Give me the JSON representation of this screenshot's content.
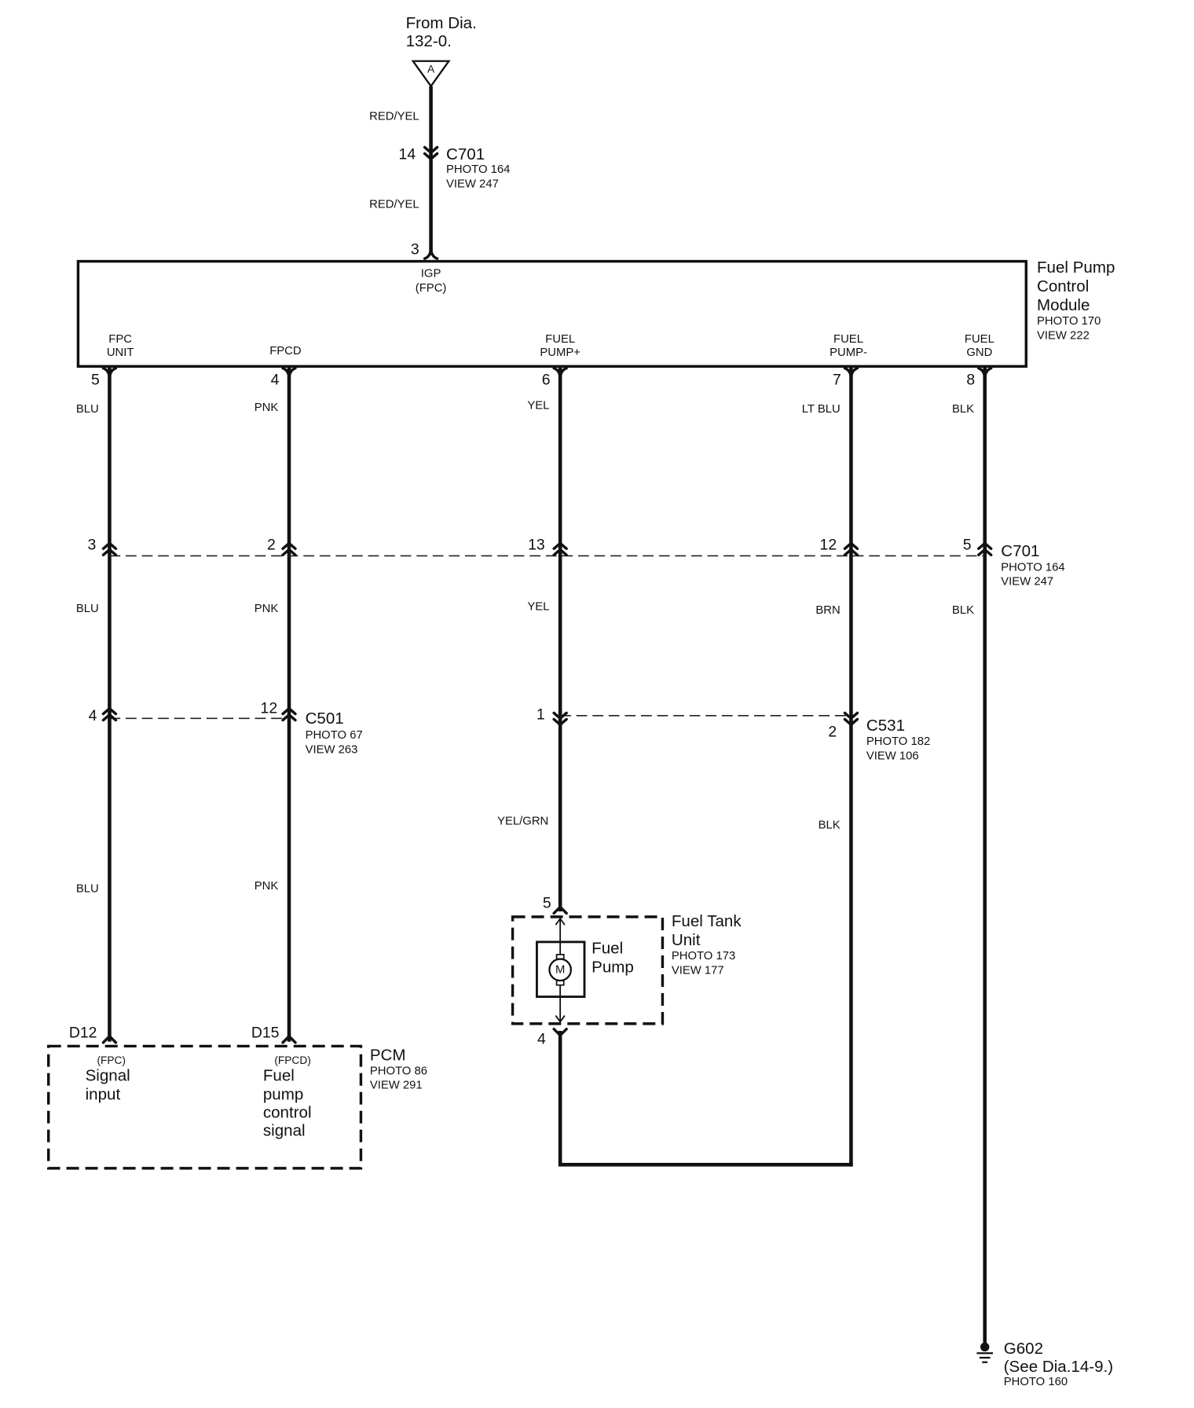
{
  "source": {
    "line1": "From Dia.",
    "line2": "132-0.",
    "connector_letter": "A"
  },
  "feed": {
    "wire_upper": "RED/YEL",
    "pin": "14",
    "connector": "C701",
    "photo": "PHOTO 164",
    "view": "VIEW 247",
    "wire_lower": "RED/YEL",
    "module_pin": "3"
  },
  "module": {
    "name": [
      "Fuel Pump",
      "Control",
      "Module"
    ],
    "photo": "PHOTO 170",
    "view": "VIEW 222",
    "input_label": "IGP",
    "input_sub": "(FPC)",
    "terminals": [
      {
        "label": [
          "FPC",
          "UNIT"
        ],
        "pin": "5"
      },
      {
        "label": [
          "FPCD"
        ],
        "pin": "4"
      },
      {
        "label": [
          "FUEL",
          "PUMP+"
        ],
        "pin": "6"
      },
      {
        "label": [
          "FUEL",
          "PUMP-"
        ],
        "pin": "7"
      },
      {
        "label": [
          "FUEL",
          "GND"
        ],
        "pin": "8"
      }
    ]
  },
  "wires_upper": [
    "BLU",
    "PNK",
    "YEL",
    "LT BLU",
    "BLK"
  ],
  "c701": {
    "name": "C701",
    "photo": "PHOTO 164",
    "view": "VIEW 247",
    "pins": [
      "3",
      "2",
      "13",
      "12",
      "5"
    ]
  },
  "wires_middle": [
    "BLU",
    "PNK",
    "YEL",
    "BRN",
    "BLK"
  ],
  "c501": {
    "name": "C501",
    "photo": "PHOTO 67",
    "view": "VIEW 263",
    "pins": [
      "4",
      "12"
    ]
  },
  "c531": {
    "name": "C531",
    "photo": "PHOTO 182",
    "view": "VIEW 106",
    "pins": [
      "1",
      "2"
    ]
  },
  "wires_lower": [
    "BLU",
    "PNK",
    "YEL/GRN",
    "BLK"
  ],
  "fuel_tank_unit": {
    "name": [
      "Fuel Tank",
      "Unit"
    ],
    "photo": "PHOTO 173",
    "view": "VIEW 177",
    "pin_in": "5",
    "pin_out": "4",
    "pump": [
      "Fuel",
      "Pump"
    ],
    "motor_letter": "M"
  },
  "pcm": {
    "name": "PCM",
    "photo": "PHOTO 86",
    "view": "VIEW 291",
    "terminals": [
      {
        "pin": "D12",
        "code": "(FPC)",
        "lines": [
          "Signal",
          "input"
        ]
      },
      {
        "pin": "D15",
        "code": "(FPCD)",
        "lines": [
          "Fuel",
          "pump",
          "control",
          "signal"
        ]
      }
    ]
  },
  "ground": {
    "name": "G602",
    "ref": "(See Dia.14-9.)",
    "photo": "PHOTO 160"
  }
}
